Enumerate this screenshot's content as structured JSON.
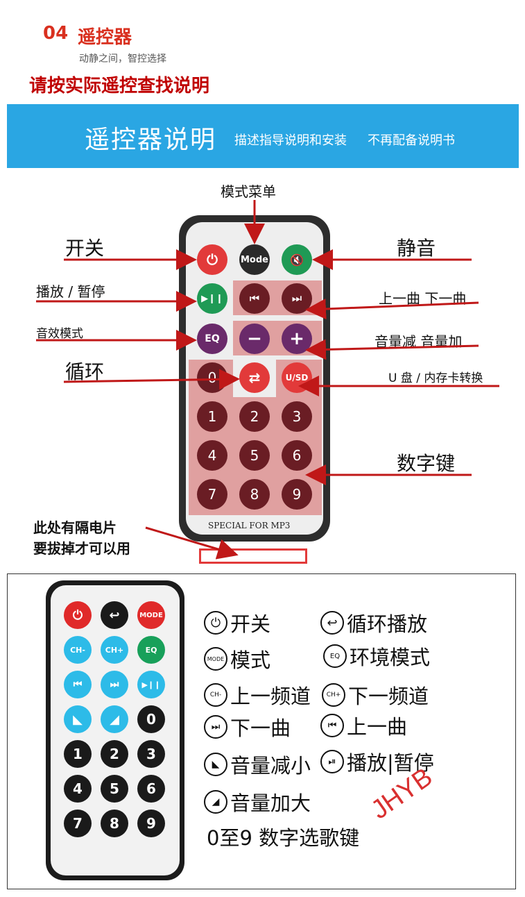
{
  "header": {
    "section_number": "04",
    "section_title": "遥控器",
    "section_subtitle": "动静之间，智控选择",
    "warning": "请按实际遥控查找说明"
  },
  "banner": {
    "title": "遥控器说明",
    "subtitle_1": "描述指导说明和安装",
    "subtitle_2": "不再配备说明书",
    "color": "#2aa6e3"
  },
  "remote_top": {
    "buttons": {
      "power": "⏻",
      "mode": "Mode",
      "mute": "🔇",
      "play_pause": "▶❙❙",
      "prev": "⏮",
      "next": "⏭",
      "eq": "EQ",
      "vol_down": "−",
      "vol_up": "+",
      "zero": "0",
      "loop": "⇄",
      "usd": "U/SD",
      "digits": [
        "1",
        "2",
        "3",
        "4",
        "5",
        "6",
        "7",
        "8",
        "9"
      ]
    },
    "footer_text": "SPECIAL FOR MP3"
  },
  "callouts": {
    "mode_menu": "模式菜单",
    "power": "开关",
    "mute": "静音",
    "play_pause": "播放 / 暂停",
    "prev_next": "上一曲  下一曲",
    "eq": "音效模式",
    "volume": "音量减  音量加",
    "loop": "循环",
    "usd": "U 盘 / 内存卡转换",
    "digits": "数字键",
    "battery_line_1": "此处有隔电片",
    "battery_line_2": "要拔掉才可以用"
  },
  "remote_bottom": {
    "rows": [
      [
        "⏻",
        "↩",
        "MODE"
      ],
      [
        "CH-",
        "CH+",
        "EQ"
      ],
      [
        "⏮",
        "⏭",
        "▶❙❙"
      ],
      [
        "◣",
        "◢",
        "0"
      ],
      [
        "1",
        "2",
        "3"
      ],
      [
        "4",
        "5",
        "6"
      ],
      [
        "7",
        "8",
        "9"
      ]
    ]
  },
  "legend": {
    "power": {
      "icon": "⏻",
      "label": "开关"
    },
    "loop_play": {
      "icon": "↩",
      "label": "循环播放"
    },
    "mode": {
      "icon": "MODE",
      "label": "模式"
    },
    "eq": {
      "icon": "EQ",
      "label": "环境模式"
    },
    "ch_down": {
      "icon": "CH-",
      "label": "上一频道"
    },
    "ch_up": {
      "icon": "CH+",
      "label": "下一频道"
    },
    "next": {
      "icon": "⏭",
      "label": "下一曲"
    },
    "prev": {
      "icon": "⏮",
      "label": "上一曲"
    },
    "vol_down": {
      "icon": "◣",
      "label": "音量减小"
    },
    "play_pause": {
      "icon": "⏯",
      "label": "播放|暂停"
    },
    "vol_up": {
      "icon": "◢",
      "label": "音量加大"
    },
    "digits": "0至9 数字选歌键",
    "brand": "JHYB"
  }
}
